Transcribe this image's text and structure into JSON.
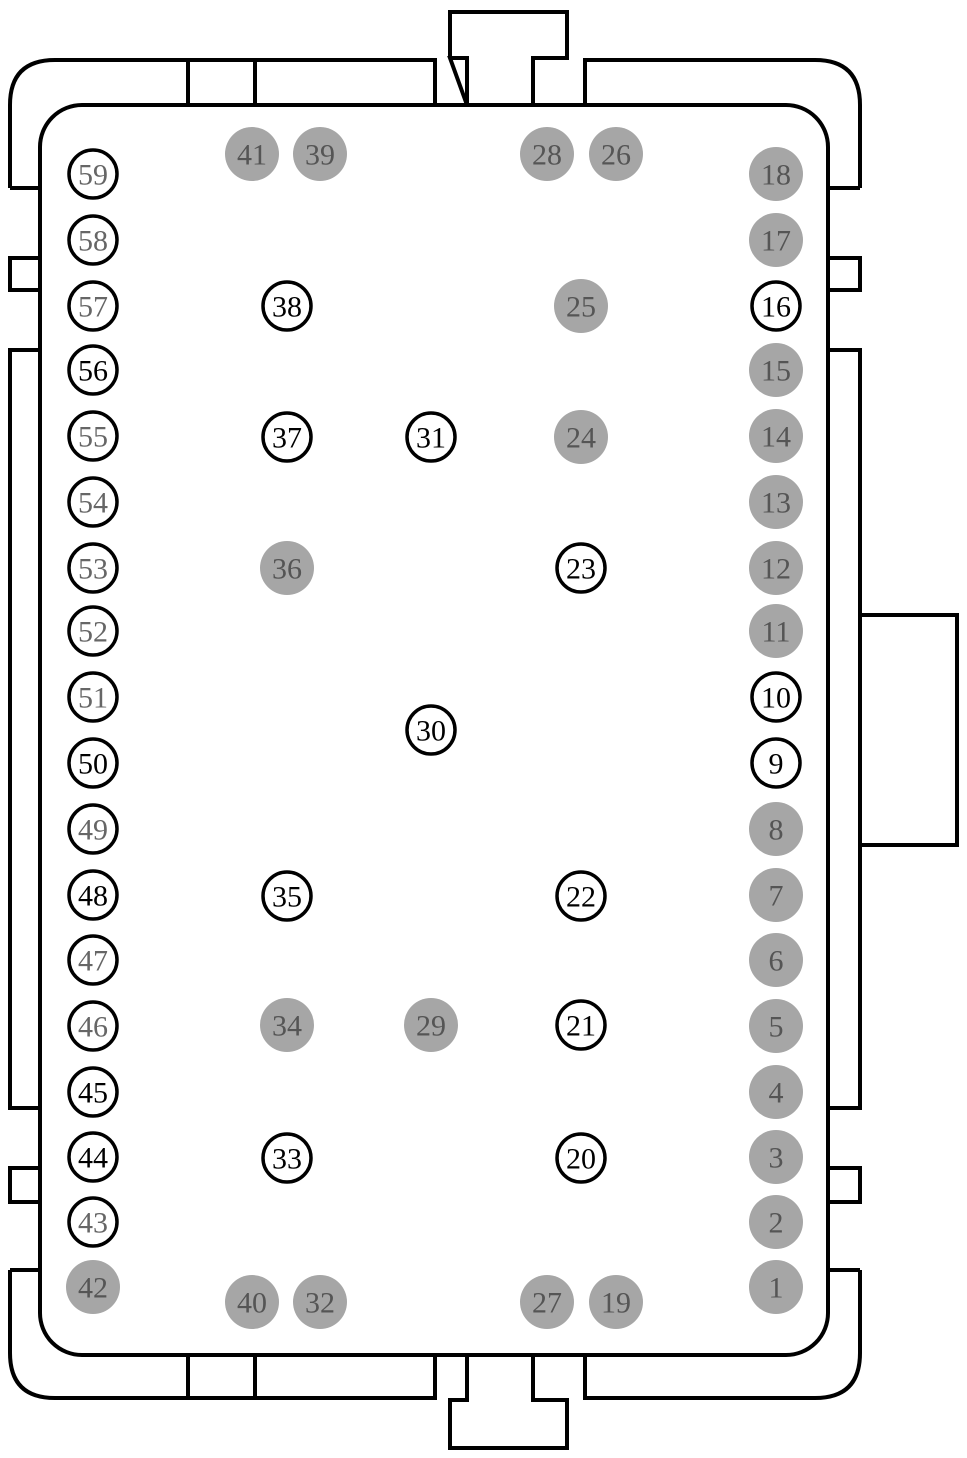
{
  "colors": {
    "outline": "#000000",
    "background": "#ffffff",
    "populated_fill": "#a6a6a6",
    "populated_text": "#555555",
    "ring_text_dark": "#000000",
    "ring_text_gray": "#666666"
  },
  "pins": [
    {
      "label": "1",
      "style": "gray"
    },
    {
      "label": "2",
      "style": "gray"
    },
    {
      "label": "3",
      "style": "gray"
    },
    {
      "label": "4",
      "style": "gray"
    },
    {
      "label": "5",
      "style": "gray"
    },
    {
      "label": "6",
      "style": "gray"
    },
    {
      "label": "7",
      "style": "gray"
    },
    {
      "label": "8",
      "style": "gray"
    },
    {
      "label": "9",
      "style": "ring"
    },
    {
      "label": "10",
      "style": "ring"
    },
    {
      "label": "11",
      "style": "gray"
    },
    {
      "label": "12",
      "style": "gray"
    },
    {
      "label": "13",
      "style": "gray"
    },
    {
      "label": "14",
      "style": "gray"
    },
    {
      "label": "15",
      "style": "gray"
    },
    {
      "label": "16",
      "style": "ring"
    },
    {
      "label": "17",
      "style": "gray"
    },
    {
      "label": "18",
      "style": "gray"
    },
    {
      "label": "19",
      "style": "gray"
    },
    {
      "label": "20",
      "style": "ring"
    },
    {
      "label": "21",
      "style": "ring"
    },
    {
      "label": "22",
      "style": "ring"
    },
    {
      "label": "23",
      "style": "ring"
    },
    {
      "label": "24",
      "style": "gray"
    },
    {
      "label": "25",
      "style": "gray"
    },
    {
      "label": "26",
      "style": "gray"
    },
    {
      "label": "27",
      "style": "gray"
    },
    {
      "label": "28",
      "style": "gray"
    },
    {
      "label": "29",
      "style": "gray"
    },
    {
      "label": "30",
      "style": "ring"
    },
    {
      "label": "31",
      "style": "ring"
    },
    {
      "label": "32",
      "style": "gray"
    },
    {
      "label": "33",
      "style": "ring"
    },
    {
      "label": "34",
      "style": "gray"
    },
    {
      "label": "35",
      "style": "ring"
    },
    {
      "label": "36",
      "style": "gray"
    },
    {
      "label": "37",
      "style": "ring"
    },
    {
      "label": "38",
      "style": "ring"
    },
    {
      "label": "39",
      "style": "gray"
    },
    {
      "label": "40",
      "style": "gray"
    },
    {
      "label": "41",
      "style": "gray"
    },
    {
      "label": "42",
      "style": "gray"
    },
    {
      "label": "43",
      "style": "ring-gray"
    },
    {
      "label": "44",
      "style": "ring"
    },
    {
      "label": "45",
      "style": "ring"
    },
    {
      "label": "46",
      "style": "ring-gray"
    },
    {
      "label": "47",
      "style": "ring-gray"
    },
    {
      "label": "48",
      "style": "ring"
    },
    {
      "label": "49",
      "style": "ring-gray"
    },
    {
      "label": "50",
      "style": "ring"
    },
    {
      "label": "51",
      "style": "ring-gray"
    },
    {
      "label": "52",
      "style": "ring-gray"
    },
    {
      "label": "53",
      "style": "ring-gray"
    },
    {
      "label": "54",
      "style": "ring-gray"
    },
    {
      "label": "55",
      "style": "ring-gray"
    },
    {
      "label": "56",
      "style": "ring"
    },
    {
      "label": "57",
      "style": "ring-gray"
    },
    {
      "label": "58",
      "style": "ring-gray"
    },
    {
      "label": "59",
      "style": "ring-gray"
    }
  ]
}
